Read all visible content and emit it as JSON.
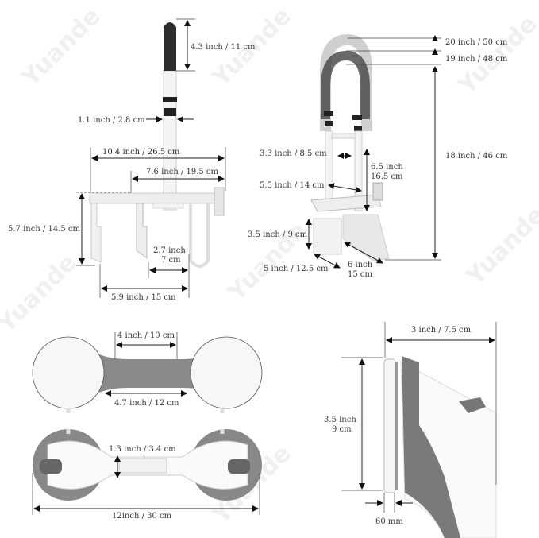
{
  "watermark": "Yuande",
  "colors": {
    "background": "#ffffff",
    "metal": "#f2f2f2",
    "grip_dark": "#2f2f2f",
    "grip_gray": "#7a7a7a",
    "dimension_line": "#222222"
  },
  "views": {
    "clamp_rail_front": {
      "dimensions": {
        "grip_height": "4.3 inch / 11 cm",
        "tube_diameter": "1.1 inch / 2.8 cm",
        "overall_width": "10.4 inch / 26.5 cm",
        "clamp_width": "7.6 inch / 19.5 cm",
        "clamp_height": "5.7 inch / 14.5 cm",
        "jaw_gap_line1": "2.7 inch",
        "jaw_gap_line2": "7 cm",
        "base_width": "5.9 inch / 15 cm"
      }
    },
    "tub_rail_side": {
      "dimensions": {
        "max_height": "20 inch / 50 cm",
        "mid_height": "19 inch / 48 cm",
        "min_height": "18 inch / 46 cm",
        "crossbar_gap": "3.3 inch / 8.5 cm",
        "upright_height_line1": "6.5 inch",
        "upright_height_line2": "16.5 cm",
        "rail_spacing": "5.5 inch / 14 cm",
        "clamp_depth": "3.5 inch / 9 cm",
        "outer_clamp": "5 inch / 12.5 cm",
        "inner_clamp_line1": "6 inch",
        "inner_clamp_line2": "15 cm"
      }
    },
    "suction_bar_top": {
      "dimensions": {
        "grip_length": "4 inch / 10 cm",
        "handle_length": "4.7 inch / 12 cm"
      }
    },
    "suction_bar_bottom": {
      "dimensions": {
        "grip_thickness": "1.3 inch / 3.4 cm",
        "overall_length": "12inch / 30 cm"
      }
    },
    "suction_bar_side": {
      "dimensions": {
        "depth": "3 inch / 7.5 cm",
        "cup_height_line1": "3.5 inch",
        "cup_height_line2": "9 cm",
        "cup_thickness": "60 mm"
      }
    }
  }
}
